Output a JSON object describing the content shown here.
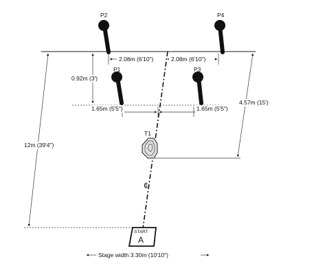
{
  "targets": {
    "p1": "P1",
    "p2": "P2",
    "p3": "P3",
    "p4": "P4",
    "t1": "T1"
  },
  "dimensions": {
    "p2_to_center": "2.08m (6'10\")",
    "center_to_p4": "2.08m (6'10\")",
    "back_row_offset": "0.92m (3')",
    "p1_to_center": "1.65m (5'5\")",
    "center_to_p3": "1.65m (5'5\")",
    "t1_distance": "4.57m (15')",
    "total_distance": "12m (39'4\")",
    "stage_width": "Stage width 3.30m (10'10\")"
  },
  "start_box": {
    "label": "START",
    "position": "A"
  },
  "centerline_symbol": "¢",
  "colors": {
    "ink": "#111111",
    "target_fill": "#e0e0e0"
  }
}
